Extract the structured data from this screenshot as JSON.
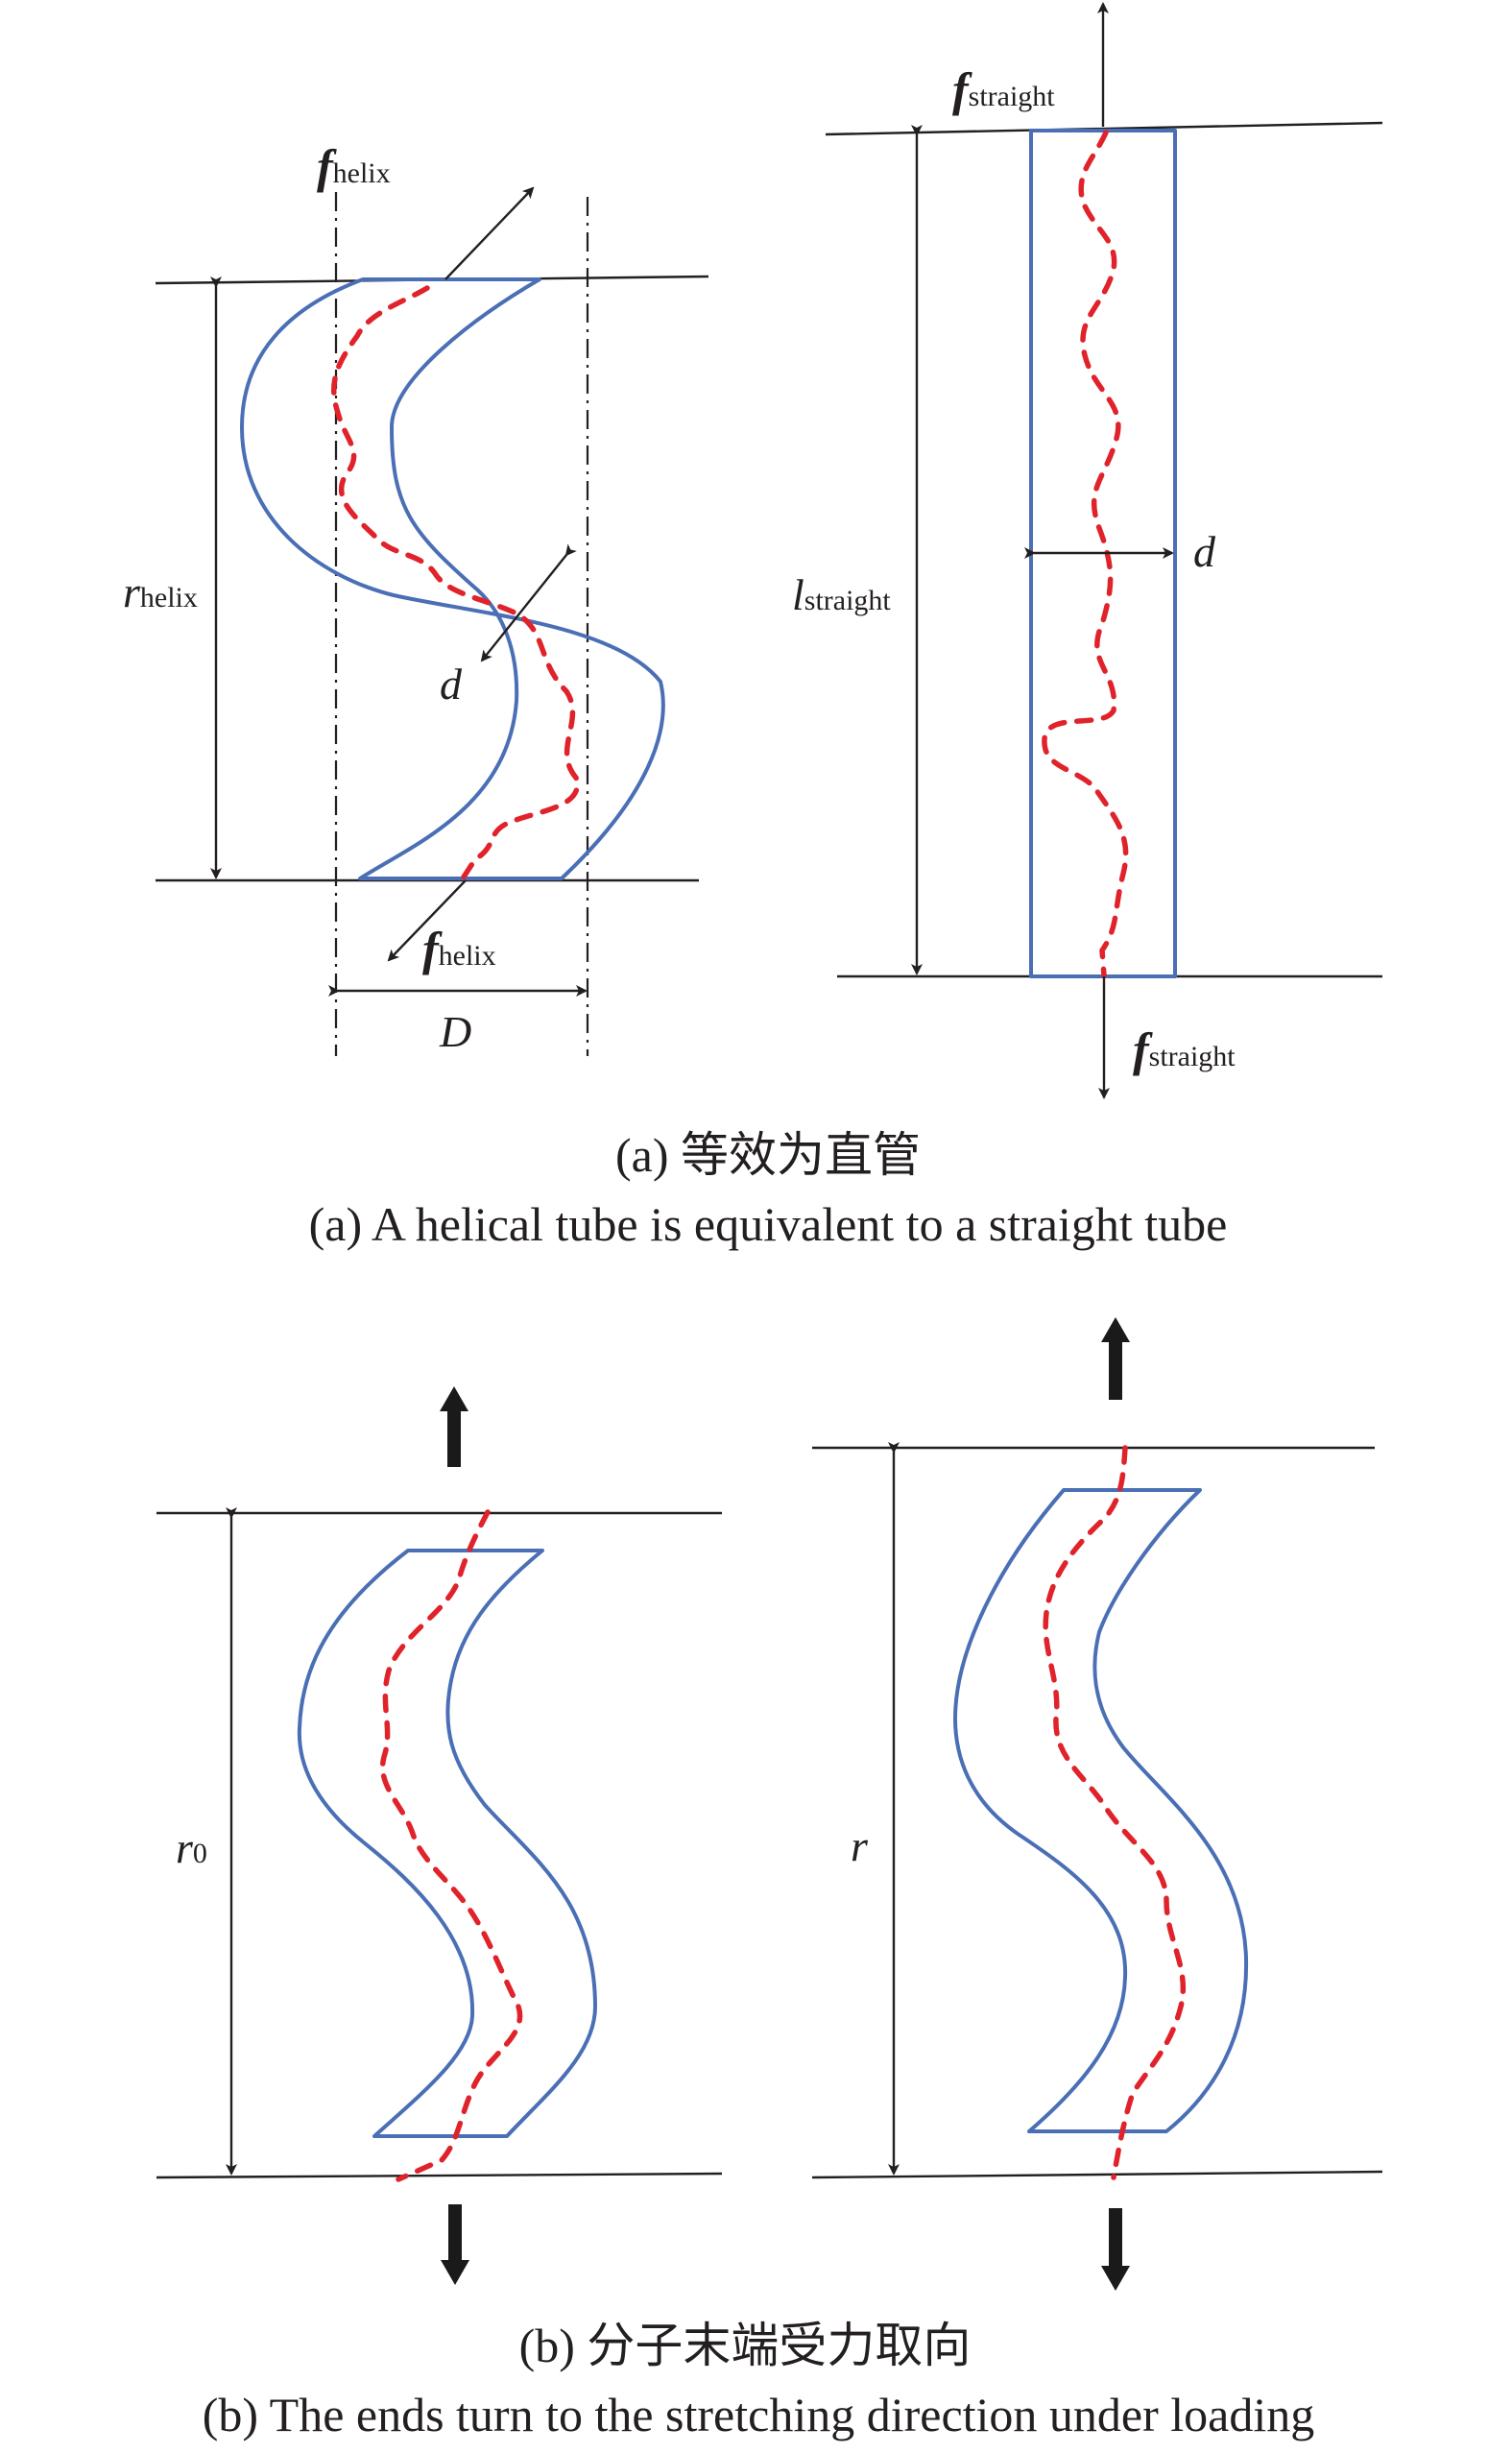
{
  "panel_a": {
    "helix": {
      "force_symbol": "f",
      "force_subscript": "helix",
      "length_symbol": "r",
      "length_subscript": "helix",
      "diameter_symbol": "d",
      "coil_diameter_symbol": "D"
    },
    "straight": {
      "force_symbol": "f",
      "force_subscript": "straight",
      "length_symbol": "l",
      "length_subscript": "straight",
      "diameter_symbol": "d"
    },
    "caption_cn": "(a) 等效为直管",
    "caption_en": "(a) A helical tube is equivalent to a straight tube"
  },
  "panel_b": {
    "left_length_symbol": "r",
    "left_length_subscript": "0",
    "right_length_symbol": "r",
    "caption_cn": "(b) 分子末端受力取向",
    "caption_en": "(b) The ends turn to the stretching direction under loading"
  },
  "colors": {
    "tube": "#4a6fb5",
    "chain": "#e0232b",
    "lines": "#231f20"
  }
}
